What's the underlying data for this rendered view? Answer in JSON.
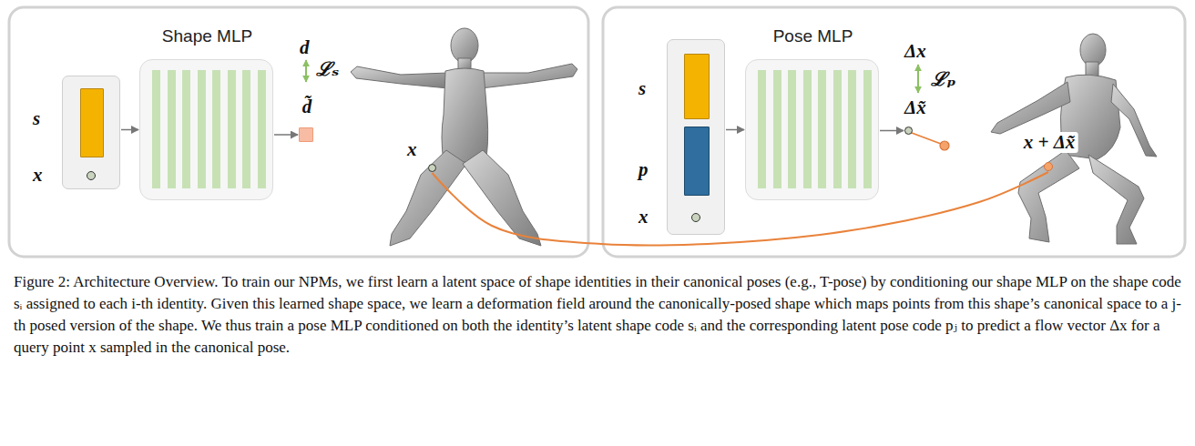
{
  "diagram": {
    "caption": "Figure 2: Architecture Overview. To train our NPMs, we first learn a latent space of shape identities in their canonical poses (e.g., T-pose) by conditioning our shape MLP on the shape code sᵢ assigned to each i-th identity. Given this learned shape space, we learn a deformation field around the canonically-posed shape which maps points from this shape’s canonical space to a j-th posed version of the shape. We thus train a pose MLP conditioned on both the identity’s latent shape code sᵢ and the corresponding latent pose code pⱼ to predict a flow vector Δx for a query point x sampled in the canonical pose.",
    "nodes": [
      {
        "text": [
          "s",
          "x"
        ]
      },
      {
        "text": [
          "Shape MLP"
        ]
      },
      {
        "text": [
          "d̃"
        ]
      },
      {
        "text": [
          "x"
        ]
      },
      {
        "text": [
          "s",
          "p",
          "x"
        ]
      },
      {
        "text": [
          "Pose MLP"
        ]
      },
      {
        "text": [
          "Δx̃"
        ]
      },
      {
        "text": [
          "x + Δx̃"
        ]
      }
    ],
    "edges": [
      {
        "from": 0,
        "to": 1,
        "arrow": "to"
      },
      {
        "from": 1,
        "to": 2,
        "arrow": "to"
      },
      {
        "from": 4,
        "to": 5,
        "arrow": "to"
      },
      {
        "from": 5,
        "to": 6,
        "arrow": "to"
      },
      {
        "from": 3,
        "to": 7,
        "arrow": "none"
      }
    ],
    "labels": [
      "d",
      "ℒₛ",
      "Δx",
      "ℒₚ"
    ]
  }
}
